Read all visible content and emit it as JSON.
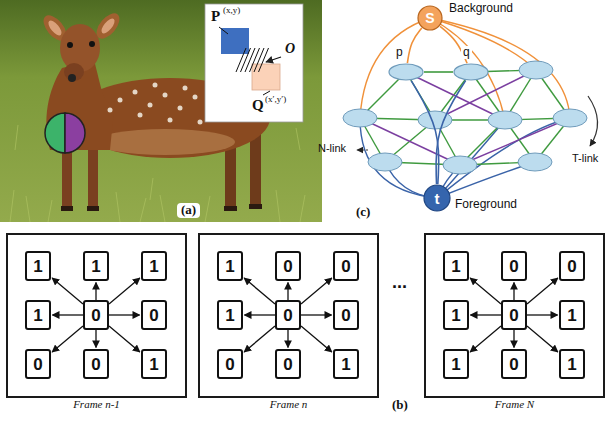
{
  "diagram": {
    "nodes": [
      {
        "text": [
          "S",
          "Background"
        ]
      },
      {
        "text": [
          "p"
        ]
      },
      {
        "text": [
          "q"
        ]
      },
      {
        "text": [
          "t",
          "Foreground"
        ]
      },
      {
        "text": [
          "Frame n-1"
        ]
      },
      {
        "text": [
          "1"
        ],
        "in": 4
      },
      {
        "text": [
          "1"
        ],
        "in": 4
      },
      {
        "text": [
          "1"
        ],
        "in": 4
      },
      {
        "text": [
          "1"
        ],
        "in": 4
      },
      {
        "text": [
          "0"
        ],
        "in": 4
      },
      {
        "text": [
          "0"
        ],
        "in": 4
      },
      {
        "text": [
          "0"
        ],
        "in": 4
      },
      {
        "text": [
          "0"
        ],
        "in": 4
      },
      {
        "text": [
          "1"
        ],
        "in": 4
      },
      {
        "text": [
          "Frame n"
        ]
      },
      {
        "text": [
          "1"
        ],
        "in": 14
      },
      {
        "text": [
          "0"
        ],
        "in": 14
      },
      {
        "text": [
          "0"
        ],
        "in": 14
      },
      {
        "text": [
          "1"
        ],
        "in": 14
      },
      {
        "text": [
          "0"
        ],
        "in": 14
      },
      {
        "text": [
          "0"
        ],
        "in": 14
      },
      {
        "text": [
          "0"
        ],
        "in": 14
      },
      {
        "text": [
          "0"
        ],
        "in": 14
      },
      {
        "text": [
          "1"
        ],
        "in": 14
      },
      {
        "text": [
          "Frame N"
        ]
      },
      {
        "text": [
          "1"
        ],
        "in": 24
      },
      {
        "text": [
          "0"
        ],
        "in": 24
      },
      {
        "text": [
          "0"
        ],
        "in": 24
      },
      {
        "text": [
          "1"
        ],
        "in": 24
      },
      {
        "text": [
          "0"
        ],
        "in": 24
      },
      {
        "text": [
          "1"
        ],
        "in": 24
      },
      {
        "text": [
          "1"
        ],
        "in": 24
      },
      {
        "text": [
          "0"
        ],
        "in": 24
      },
      {
        "text": [
          "1"
        ],
        "in": 24
      }
    ],
    "edges": [
      {
        "from": 0,
        "to": 1,
        "arrow": "none"
      },
      {
        "from": 0,
        "to": 2,
        "arrow": "none"
      },
      {
        "from": 1,
        "to": 2,
        "arrow": "none"
      },
      {
        "from": 3,
        "to": 1,
        "arrow": "none"
      },
      {
        "from": 3,
        "to": 2,
        "arrow": "none"
      },
      {
        "from": 9,
        "to": 5,
        "arrow": "to"
      },
      {
        "from": 9,
        "to": 6,
        "arrow": "to"
      },
      {
        "from": 9,
        "to": 7,
        "arrow": "to"
      },
      {
        "from": 9,
        "to": 8,
        "arrow": "to"
      },
      {
        "from": 9,
        "to": 10,
        "arrow": "to"
      },
      {
        "from": 9,
        "to": 11,
        "arrow": "to"
      },
      {
        "from": 9,
        "to": 12,
        "arrow": "to"
      },
      {
        "from": 9,
        "to": 13,
        "arrow": "to"
      },
      {
        "from": 19,
        "to": 15,
        "arrow": "to"
      },
      {
        "from": 19,
        "to": 16,
        "arrow": "to"
      },
      {
        "from": 19,
        "to": 17,
        "arrow": "to"
      },
      {
        "from": 19,
        "to": 18,
        "arrow": "to"
      },
      {
        "from": 19,
        "to": 20,
        "arrow": "to"
      },
      {
        "from": 19,
        "to": 21,
        "arrow": "to"
      },
      {
        "from": 19,
        "to": 22,
        "arrow": "to"
      },
      {
        "from": 19,
        "to": 23,
        "arrow": "to"
      },
      {
        "from": 29,
        "to": 25,
        "arrow": "to"
      },
      {
        "from": 29,
        "to": 26,
        "arrow": "to"
      },
      {
        "from": 29,
        "to": 27,
        "arrow": "to"
      },
      {
        "from": 29,
        "to": 28,
        "arrow": "to"
      },
      {
        "from": 29,
        "to": 30,
        "arrow": "to"
      },
      {
        "from": 29,
        "to": 31,
        "arrow": "to"
      },
      {
        "from": 29,
        "to": 32,
        "arrow": "to"
      },
      {
        "from": 29,
        "to": 33,
        "arrow": "to"
      }
    ],
    "labels": [
      "(a)",
      "P",
      "(x,y)",
      "O",
      "Q",
      "(x′,y′)",
      "(c)",
      "N-link",
      "T-link",
      "...",
      "(b)"
    ]
  }
}
